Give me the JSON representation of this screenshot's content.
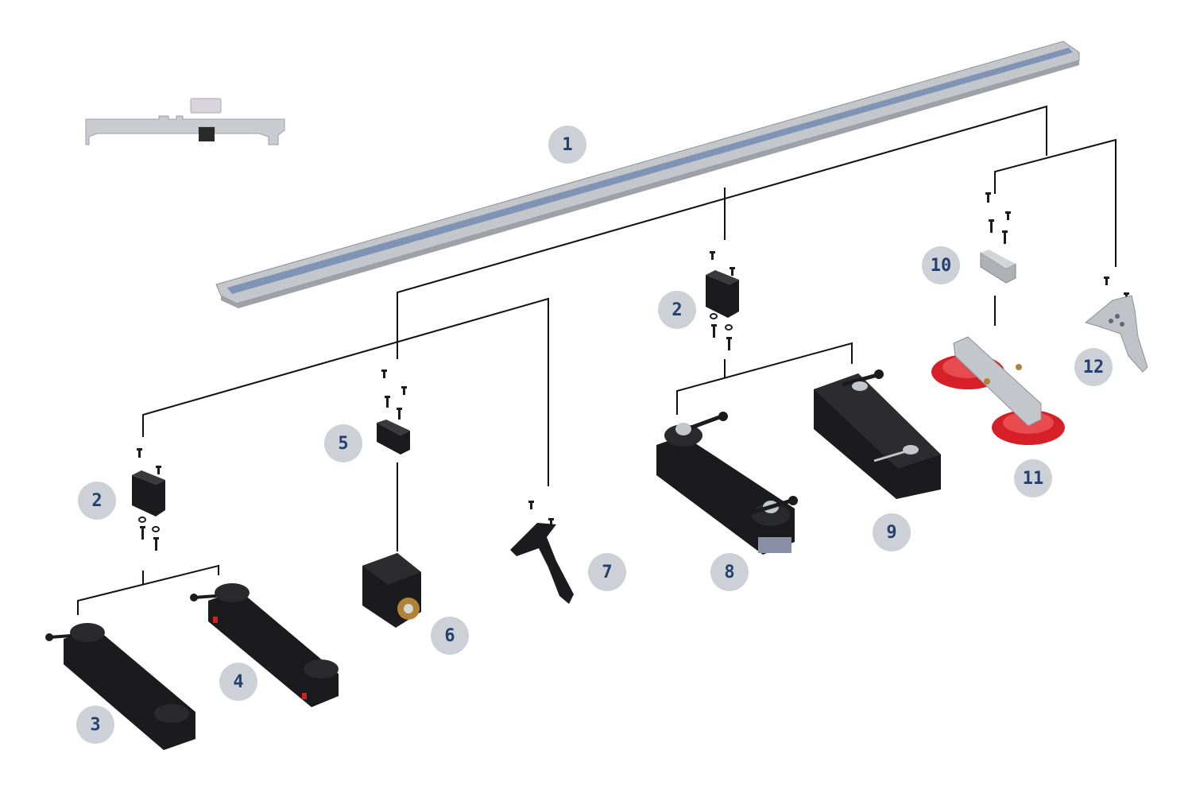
{
  "diagram": {
    "part_labels": [
      "1",
      "2",
      "2",
      "3",
      "4",
      "5",
      "6",
      "7",
      "8",
      "9",
      "10",
      "11",
      "12"
    ]
  },
  "colors": {
    "rail": "#b9bdc3",
    "rail_groove": "#7f93b5",
    "black_part": "#1b1b1d",
    "suction_red": "#d61f26",
    "badge_bg": "#cdd1d7",
    "badge_text": "#23406e"
  }
}
